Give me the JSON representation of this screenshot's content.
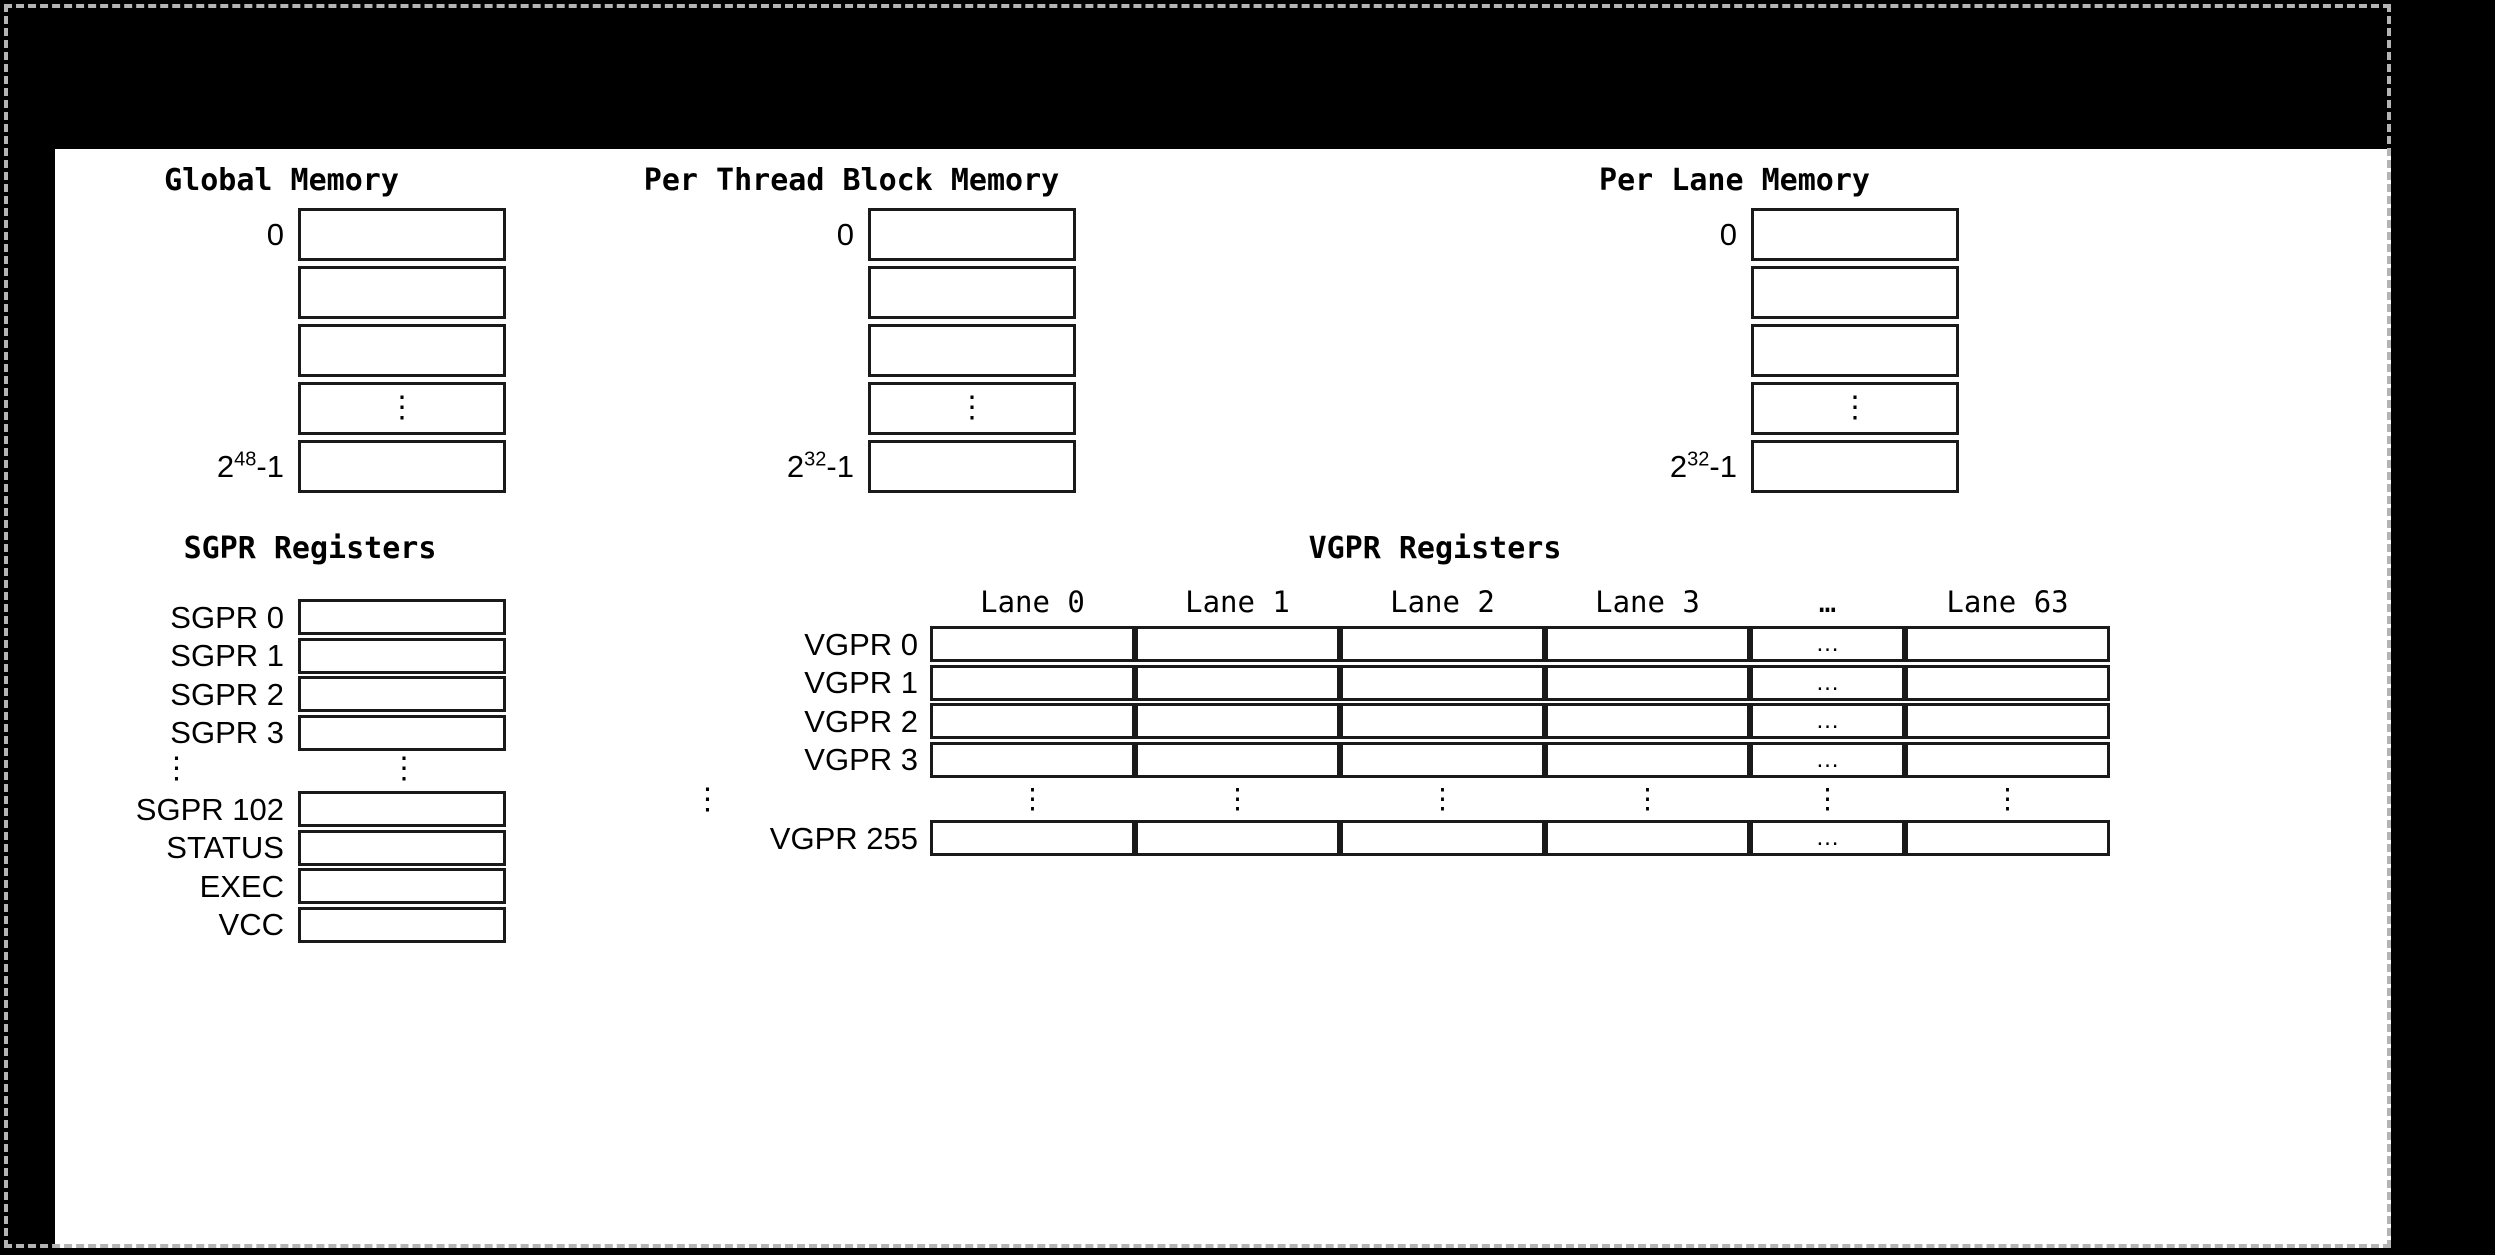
{
  "page": {
    "background_black": "#000000",
    "canvas_background": "#ffffff",
    "border_color": "#1a1a1a",
    "dashed_border_color": "#b4b4b4"
  },
  "memory_sections": [
    {
      "title": "Global Memory",
      "first_address": "0",
      "last_address_base": "2",
      "last_address_exp": "48",
      "last_address_suffix": "-1",
      "rows": 5,
      "ellipsis_row_index": 3,
      "ellipsis": "⋮"
    },
    {
      "title": "Per Thread Block Memory",
      "first_address": "0",
      "last_address_base": "2",
      "last_address_exp": "32",
      "last_address_suffix": "-1",
      "rows": 5,
      "ellipsis_row_index": 3,
      "ellipsis": "⋮"
    },
    {
      "title": "Per Lane Memory",
      "first_address": "0",
      "last_address_base": "2",
      "last_address_exp": "32",
      "last_address_suffix": "-1",
      "rows": 5,
      "ellipsis_row_index": 3,
      "ellipsis": "⋮"
    }
  ],
  "sgpr": {
    "title": "SGPR Registers",
    "rows_top": [
      "SGPR 0",
      "SGPR 1",
      "SGPR 2",
      "SGPR 3"
    ],
    "ellipsis": "⋮",
    "rows_bottom": [
      "SGPR 102",
      "STATUS",
      "EXEC",
      "VCC"
    ]
  },
  "vgpr": {
    "title": "VGPR Registers",
    "column_headers": [
      "Lane 0",
      "Lane 1",
      "Lane 2",
      "Lane 3",
      "…",
      "Lane 63"
    ],
    "ellipsis_column_index": 4,
    "rows_top": [
      "VGPR 0",
      "VGPR 1",
      "VGPR 2",
      "VGPR 3"
    ],
    "row_ellipsis": "⋮",
    "rows_bottom": [
      "VGPR 255"
    ],
    "cell_ellipsis": "…"
  }
}
